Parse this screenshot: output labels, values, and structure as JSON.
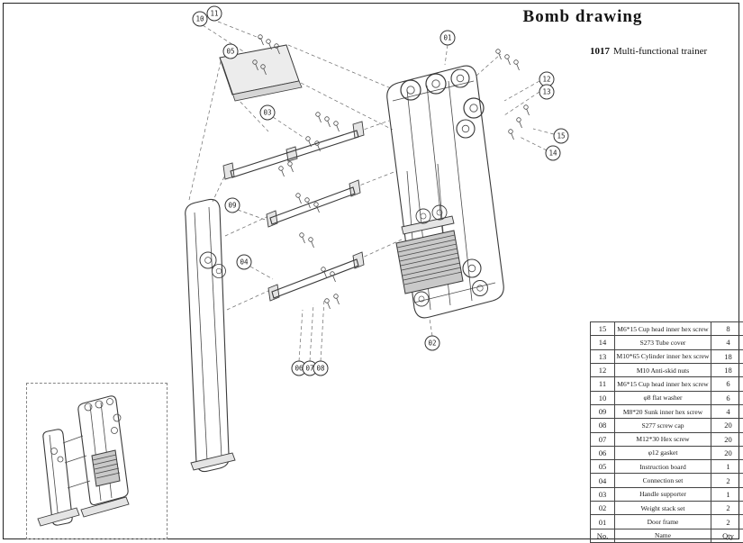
{
  "title": "Bomb drawing",
  "subtitle": {
    "code": "1017",
    "name": "Multi-functional trainer"
  },
  "parts_table": {
    "header": {
      "no": "No.",
      "name": "Name",
      "qty": "Qty"
    },
    "rows": [
      {
        "no": "15",
        "name": "M6*15 Cup head inner hex screw",
        "qty": "8"
      },
      {
        "no": "14",
        "name": "S273  Tube cover",
        "qty": "4"
      },
      {
        "no": "13",
        "name": "M10*65 Cylinder inner hex screw",
        "qty": "18"
      },
      {
        "no": "12",
        "name": "M10 Anti-skid nuts",
        "qty": "18"
      },
      {
        "no": "11",
        "name": "M6*15 Cup head inner hex screw",
        "qty": "6"
      },
      {
        "no": "10",
        "name": "φ8 flat washer",
        "qty": "6"
      },
      {
        "no": "09",
        "name": "M8*20 Sunk inner hex screw",
        "qty": "4"
      },
      {
        "no": "08",
        "name": "S277 screw cap",
        "qty": "20"
      },
      {
        "no": "07",
        "name": "M12*30 Hex screw",
        "qty": "20"
      },
      {
        "no": "06",
        "name": "φ12 gasket",
        "qty": "20"
      },
      {
        "no": "05",
        "name": "Instruction board",
        "qty": "1"
      },
      {
        "no": "04",
        "name": "Connection set",
        "qty": "2"
      },
      {
        "no": "03",
        "name": "Handle supporter",
        "qty": "1"
      },
      {
        "no": "02",
        "name": "Weight stack set",
        "qty": "2"
      },
      {
        "no": "01",
        "name": "Door frame",
        "qty": "2"
      }
    ]
  },
  "callouts": [
    {
      "label": "01"
    },
    {
      "label": "02"
    },
    {
      "label": "03"
    },
    {
      "label": "04"
    },
    {
      "label": "05"
    },
    {
      "label": "06"
    },
    {
      "label": "07"
    },
    {
      "label": "08"
    },
    {
      "label": "09"
    },
    {
      "label": "10"
    },
    {
      "label": "11"
    },
    {
      "label": "12"
    },
    {
      "label": "13"
    },
    {
      "label": "14"
    },
    {
      "label": "15"
    }
  ]
}
